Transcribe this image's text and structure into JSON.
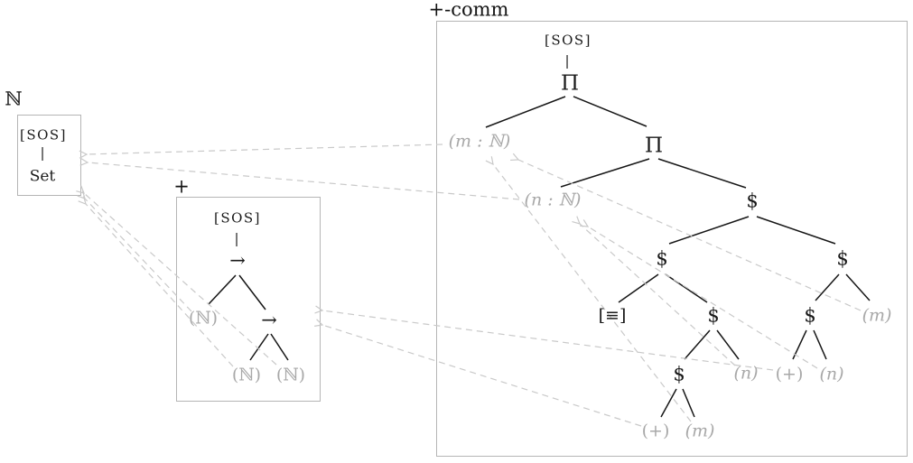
{
  "colors": {
    "ink": "#1a1a1a",
    "node_gray": "#a8a8a8",
    "arrow_gray": "#c9c9c9",
    "border_gray": "#b5b5b5"
  },
  "nat_box": {
    "label": "ℕ",
    "sos": "[SOS]",
    "bar": "|",
    "body": "Set"
  },
  "plus_box": {
    "label": "+",
    "sos": "[SOS]",
    "bar": "|",
    "arrow_symbol_root": "→",
    "arrow_symbol_inner": "→",
    "nat_leaf_1": "(ℕ)",
    "nat_leaf_2": "(ℕ)",
    "nat_leaf_3": "(ℕ)"
  },
  "comm_box": {
    "label": "+-comm",
    "sos": "[SOS]",
    "bar": "|",
    "pi_symbol": "Π",
    "pi_symbol_2": "Π",
    "m_binder": "(m : ℕ)",
    "n_binder": "(n : ℕ)",
    "app_symbol": "$",
    "eq_node": "[≡]",
    "m_var_right": "(m)",
    "m_var_bottom": "(m)",
    "n_var_left": "(n)",
    "n_var_right": "(n)",
    "plus_var_middle": "(+)",
    "plus_var_bottom": "(+)"
  },
  "arrows": [
    {
      "from": "m-binder",
      "to": "nat-box"
    },
    {
      "from": "n-binder",
      "to": "nat-box"
    },
    {
      "from": "plus-nat-leaf-3",
      "to": "nat-box"
    },
    {
      "from": "plus-nat-leaf-1",
      "to": "nat-box"
    },
    {
      "from": "plus-nat-leaf-2",
      "to": "nat-box"
    },
    {
      "from": "plus-var-middle",
      "to": "plus-box"
    },
    {
      "from": "plus-var-bottom",
      "to": "plus-box"
    },
    {
      "from": "m-var-right",
      "to": "m-binder"
    },
    {
      "from": "m-var-bottom",
      "to": "m-binder"
    },
    {
      "from": "n-var-right",
      "to": "n-binder"
    },
    {
      "from": "n-var-left",
      "to": "n-binder"
    }
  ]
}
